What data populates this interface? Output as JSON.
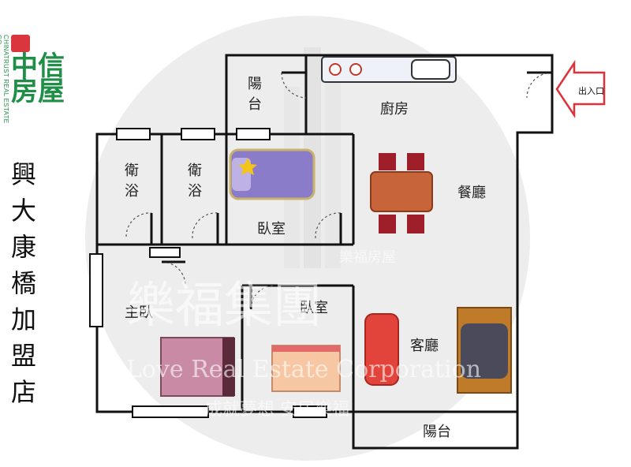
{
  "brand": {
    "logo_english": "CHINATRUST REAL ESTATE CO.",
    "logo_chinese": "中信房屋",
    "brand_color": "#1f8f47",
    "logo_accent": "#d9363e"
  },
  "store_name": "興大康橋加盟店",
  "entrance_label": "出入口",
  "entrance_color": "#e0303a",
  "rooms": {
    "balcony_top": "陽台",
    "kitchen": "廚房",
    "bath_1": "衛浴",
    "bath_2": "衛浴",
    "bedroom_top": "臥室",
    "dining": "餐廳",
    "master": "主臥",
    "bedroom_bottom": "臥室",
    "living": "客廳",
    "balcony_bottom": "陽台"
  },
  "watermark": {
    "chinese": "樂福集團",
    "english": "Love Real Estate Corporation",
    "slogan": "成就夢想 安居樂福",
    "small": "樂福房屋"
  }
}
